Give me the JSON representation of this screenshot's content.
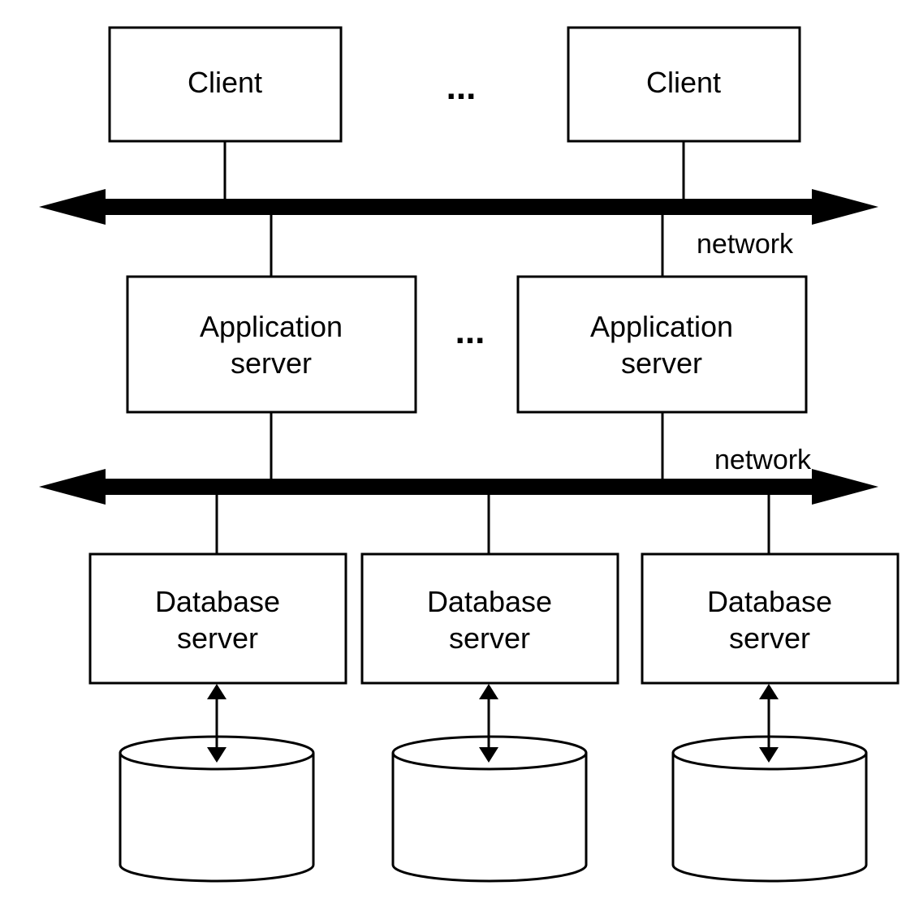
{
  "clients": [
    {
      "label": "Client"
    },
    {
      "label": "Client"
    }
  ],
  "client_ellipsis": "...",
  "app_servers": [
    {
      "line1": "Application",
      "line2": "server"
    },
    {
      "line1": "Application",
      "line2": "server"
    }
  ],
  "app_ellipsis": "...",
  "networks": [
    {
      "label": "network"
    },
    {
      "label": "network"
    }
  ],
  "db_servers": [
    {
      "line1": "Database",
      "line2": "server"
    },
    {
      "line1": "Database",
      "line2": "server"
    },
    {
      "line1": "Database",
      "line2": "server"
    }
  ]
}
